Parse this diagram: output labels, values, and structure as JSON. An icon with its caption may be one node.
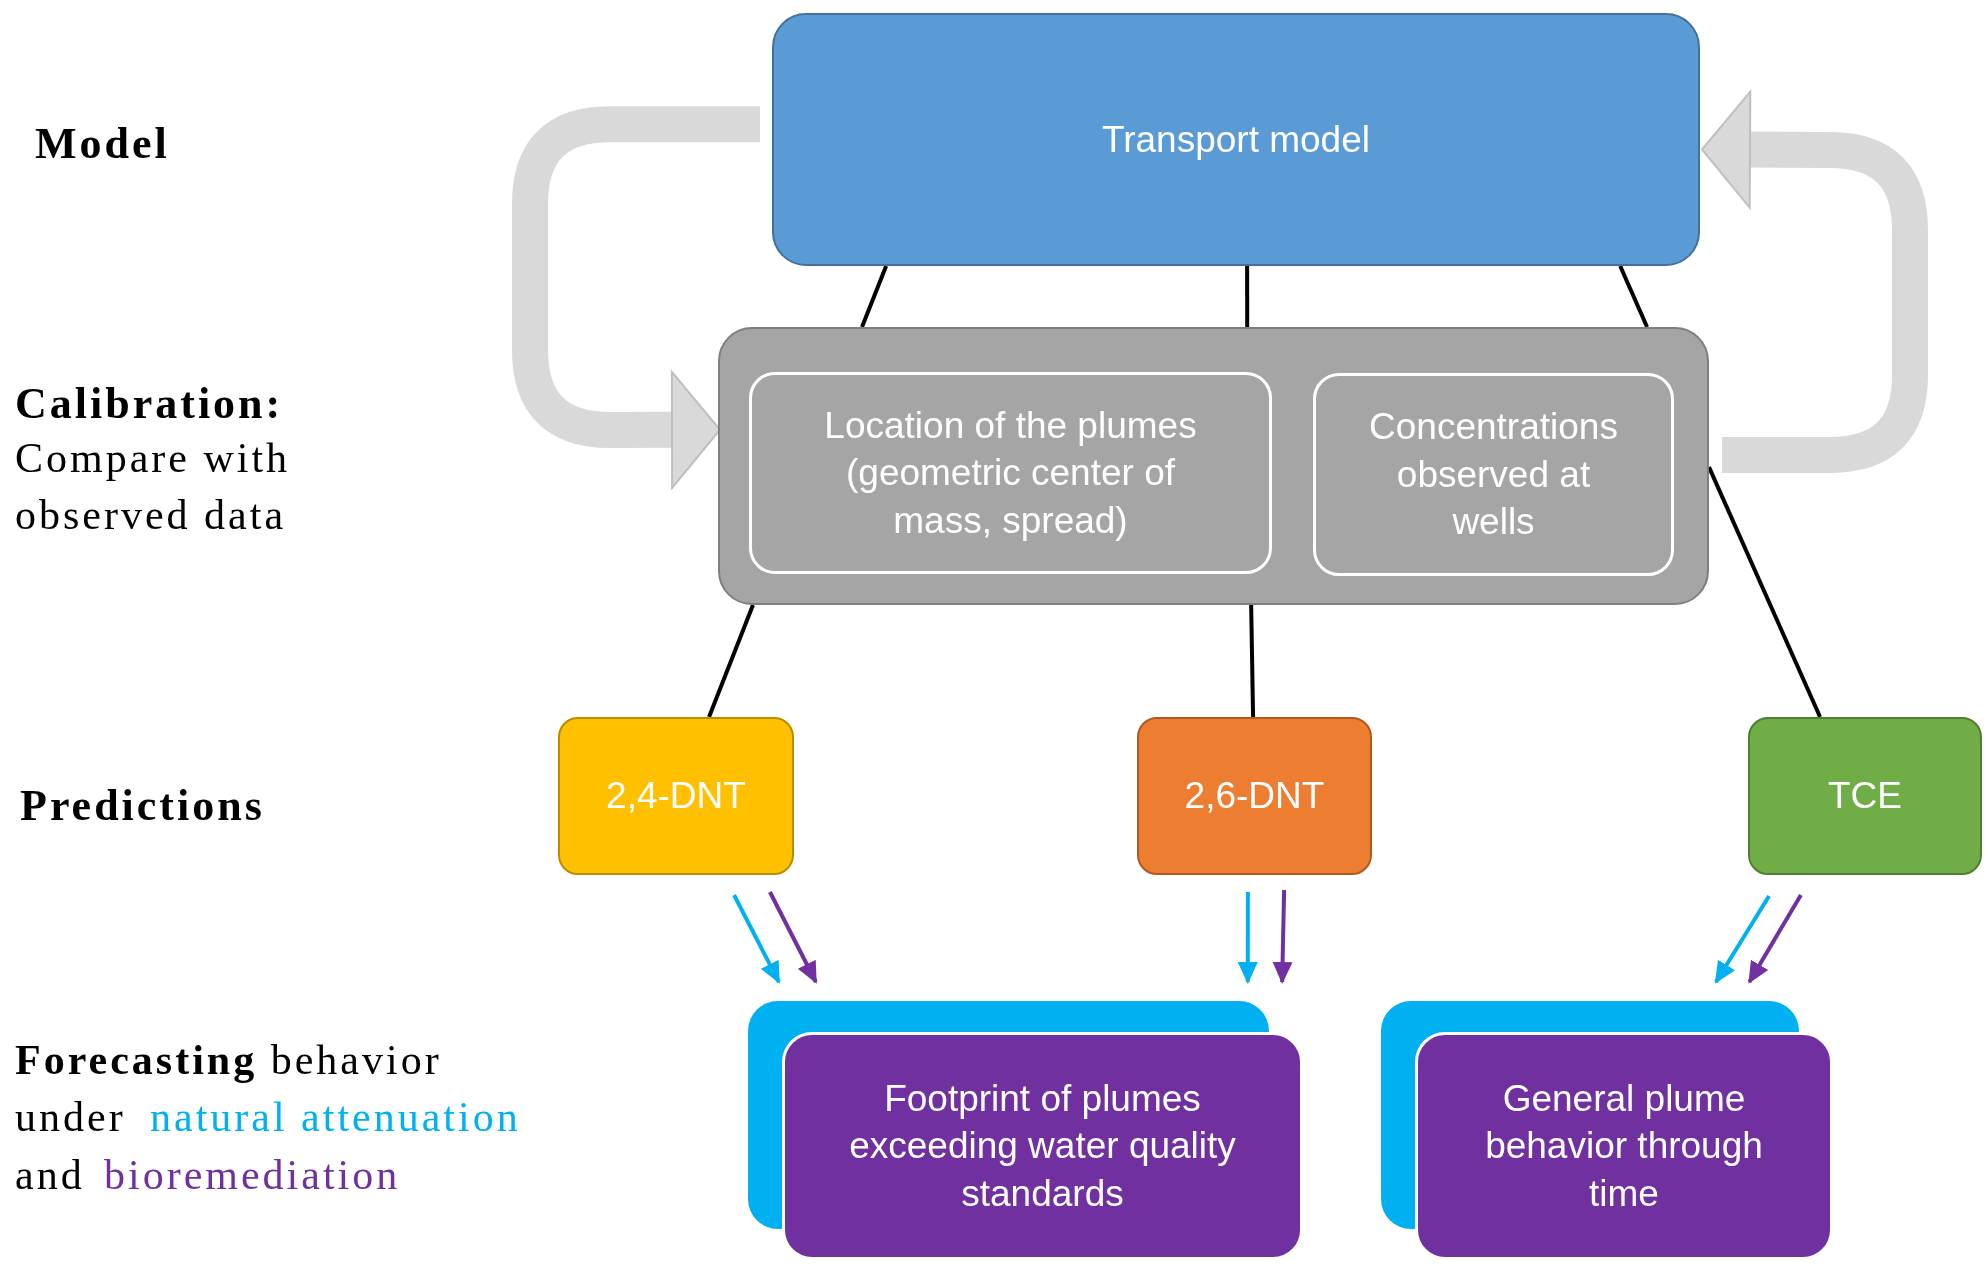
{
  "diagram": {
    "nodes": [
      {
        "text": [
          "Transport model"
        ]
      },
      {
        "text": [],
        "shape": "box"
      },
      {
        "text": [
          "Location of the plumes (geometric center of mass, spread)"
        ],
        "in": 1
      },
      {
        "text": [
          "Concentrations observed at wells"
        ],
        "in": 1
      },
      {
        "text": [
          "2,4-DNT"
        ]
      },
      {
        "text": [
          "2,6-DNT"
        ]
      },
      {
        "text": [
          "TCE"
        ]
      },
      {
        "text": [
          "Footprint of plumes exceeding water quality standards"
        ]
      },
      {
        "text": [
          "General plume behavior through time"
        ]
      }
    ],
    "edges": [
      {
        "from": 0,
        "to": 1,
        "arrow": "none"
      },
      {
        "from": 0,
        "to": 1,
        "arrow": "none"
      },
      {
        "from": 0,
        "to": 1,
        "arrow": "none"
      },
      {
        "from": 1,
        "to": 4,
        "arrow": "none"
      },
      {
        "from": 1,
        "to": 5,
        "arrow": "none"
      },
      {
        "from": 1,
        "to": 6,
        "arrow": "none"
      },
      {
        "from": 0,
        "to": 1,
        "arrow": "to",
        "style": "thick",
        "color": "#d9d9d9"
      },
      {
        "from": 1,
        "to": 0,
        "arrow": "to",
        "style": "thick",
        "color": "#d9d9d9"
      },
      {
        "from": 4,
        "to": 7,
        "arrow": "to",
        "color": "#00b0f0"
      },
      {
        "from": 4,
        "to": 7,
        "arrow": "to",
        "color": "#7030a0"
      },
      {
        "from": 5,
        "to": 7,
        "arrow": "to",
        "color": "#00b0f0"
      },
      {
        "from": 5,
        "to": 7,
        "arrow": "to",
        "color": "#7030a0"
      },
      {
        "from": 6,
        "to": 8,
        "arrow": "to",
        "color": "#00b0f0"
      },
      {
        "from": 6,
        "to": 8,
        "arrow": "to",
        "color": "#7030a0"
      }
    ],
    "labels": [
      "Model",
      "Calibration:",
      "Compare with",
      "observed data",
      "Predictions",
      "**Forecasting** behavior",
      "under",
      "natural attenuation",
      "and",
      "bioremediation"
    ]
  }
}
